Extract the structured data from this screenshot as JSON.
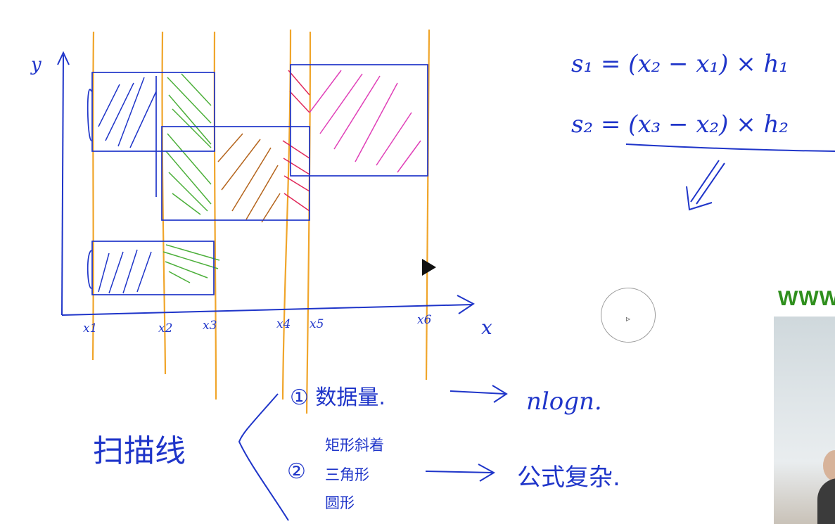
{
  "axes": {
    "y_label": "y",
    "x_label": "x"
  },
  "ticks": [
    "x1",
    "x2",
    "x3",
    "x4",
    "x5",
    "x6"
  ],
  "formulas": {
    "s1": "s₁ = (x₂ − x₁) × h₁",
    "s2": "s₂ = (x₃ − x₂) × h₂"
  },
  "notes": {
    "title": "扫描线",
    "item1": "① 数据量.",
    "item1_result": "nlogn.",
    "item2_lines": [
      "矩形斜着",
      "三角形",
      "圆形"
    ],
    "item2_marker": "②",
    "item2_result": "公式复杂."
  },
  "watermark": "WWW",
  "colors": {
    "ink": "#1f35c9",
    "guide": "#f0a52a",
    "green": "#4caf3a",
    "brown": "#b5651d",
    "red": "#e0285a",
    "pink": "#e040b8"
  }
}
